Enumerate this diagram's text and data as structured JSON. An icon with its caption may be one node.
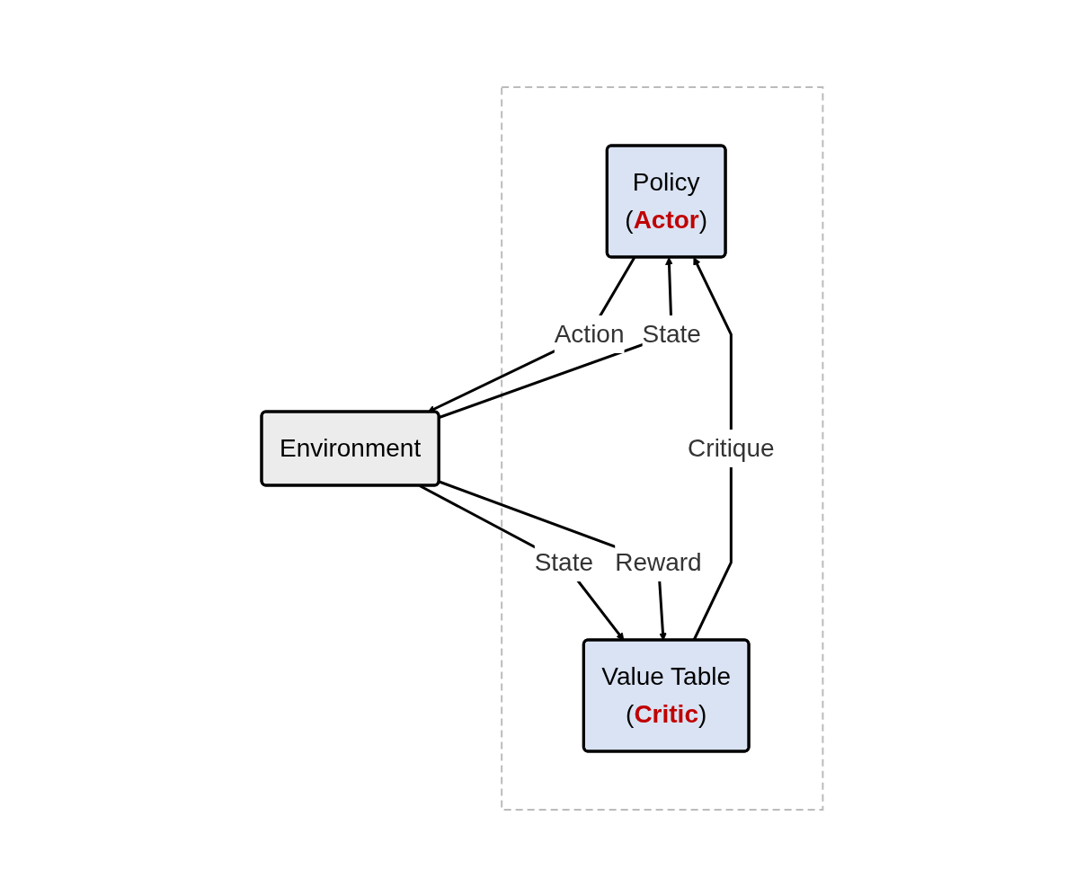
{
  "diagram": {
    "nodes": [
      {
        "text": [],
        "shape": "box"
      },
      {
        "text": [
          "Policy",
          "(**Actor**)"
        ],
        "in": 0
      },
      {
        "text": [
          "Value Table",
          "(**Critic**)"
        ],
        "in": 0
      },
      {
        "text": [
          "Environment"
        ]
      }
    ],
    "edges": [
      {
        "from": 3,
        "to": 1,
        "label": "State",
        "arrow": "to"
      },
      {
        "from": 3,
        "to": 2,
        "label": "State",
        "arrow": "to"
      },
      {
        "from": 3,
        "to": 2,
        "label": "Reward",
        "arrow": "to"
      },
      {
        "from": 2,
        "to": 1,
        "label": "Critique",
        "arrow": "to"
      },
      {
        "from": 1,
        "to": 3,
        "label": "Action",
        "arrow": "to"
      }
    ]
  }
}
